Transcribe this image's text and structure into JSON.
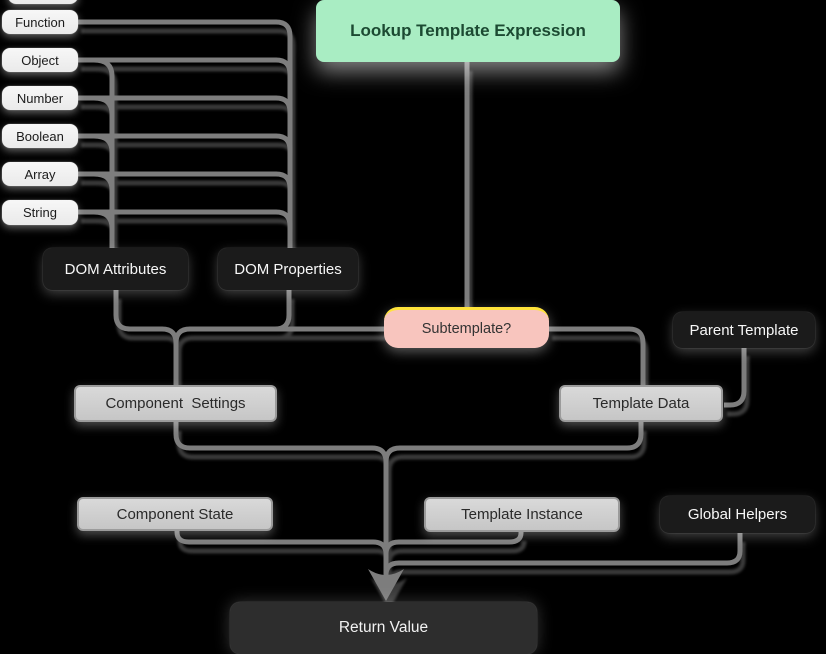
{
  "diagram": {
    "title": "Lookup Template Expression",
    "nodes": {
      "types": [
        "Function",
        "Object",
        "Number",
        "Boolean",
        "Array",
        "String"
      ],
      "dom_attributes": "DOM Attributes",
      "dom_properties": "DOM Properties",
      "lookup": "Lookup Template Expression",
      "subtemplate": "Subtemplate?",
      "parent_template": "Parent Template",
      "component_settings": "Component  Settings",
      "template_data": "Template Data",
      "component_state": "Component State",
      "template_instance": "Template Instance",
      "global_helpers": "Global Helpers",
      "return_value": "Return Value"
    },
    "colors": {
      "background": "#000000",
      "line": "#7d7d7d",
      "line_shadow": "#3a3a3a",
      "green_bg": "#a9edc3",
      "green_text": "#1c4a32",
      "pink_bg": "#f8c5be",
      "yellow_accent": "#ffe33b",
      "dark_box_bg": "#1b1b1b",
      "gray_box_bg": "#cdcdcd",
      "light_box_bg": "#f1f1f1",
      "return_box_bg": "#2d2d2d"
    }
  }
}
